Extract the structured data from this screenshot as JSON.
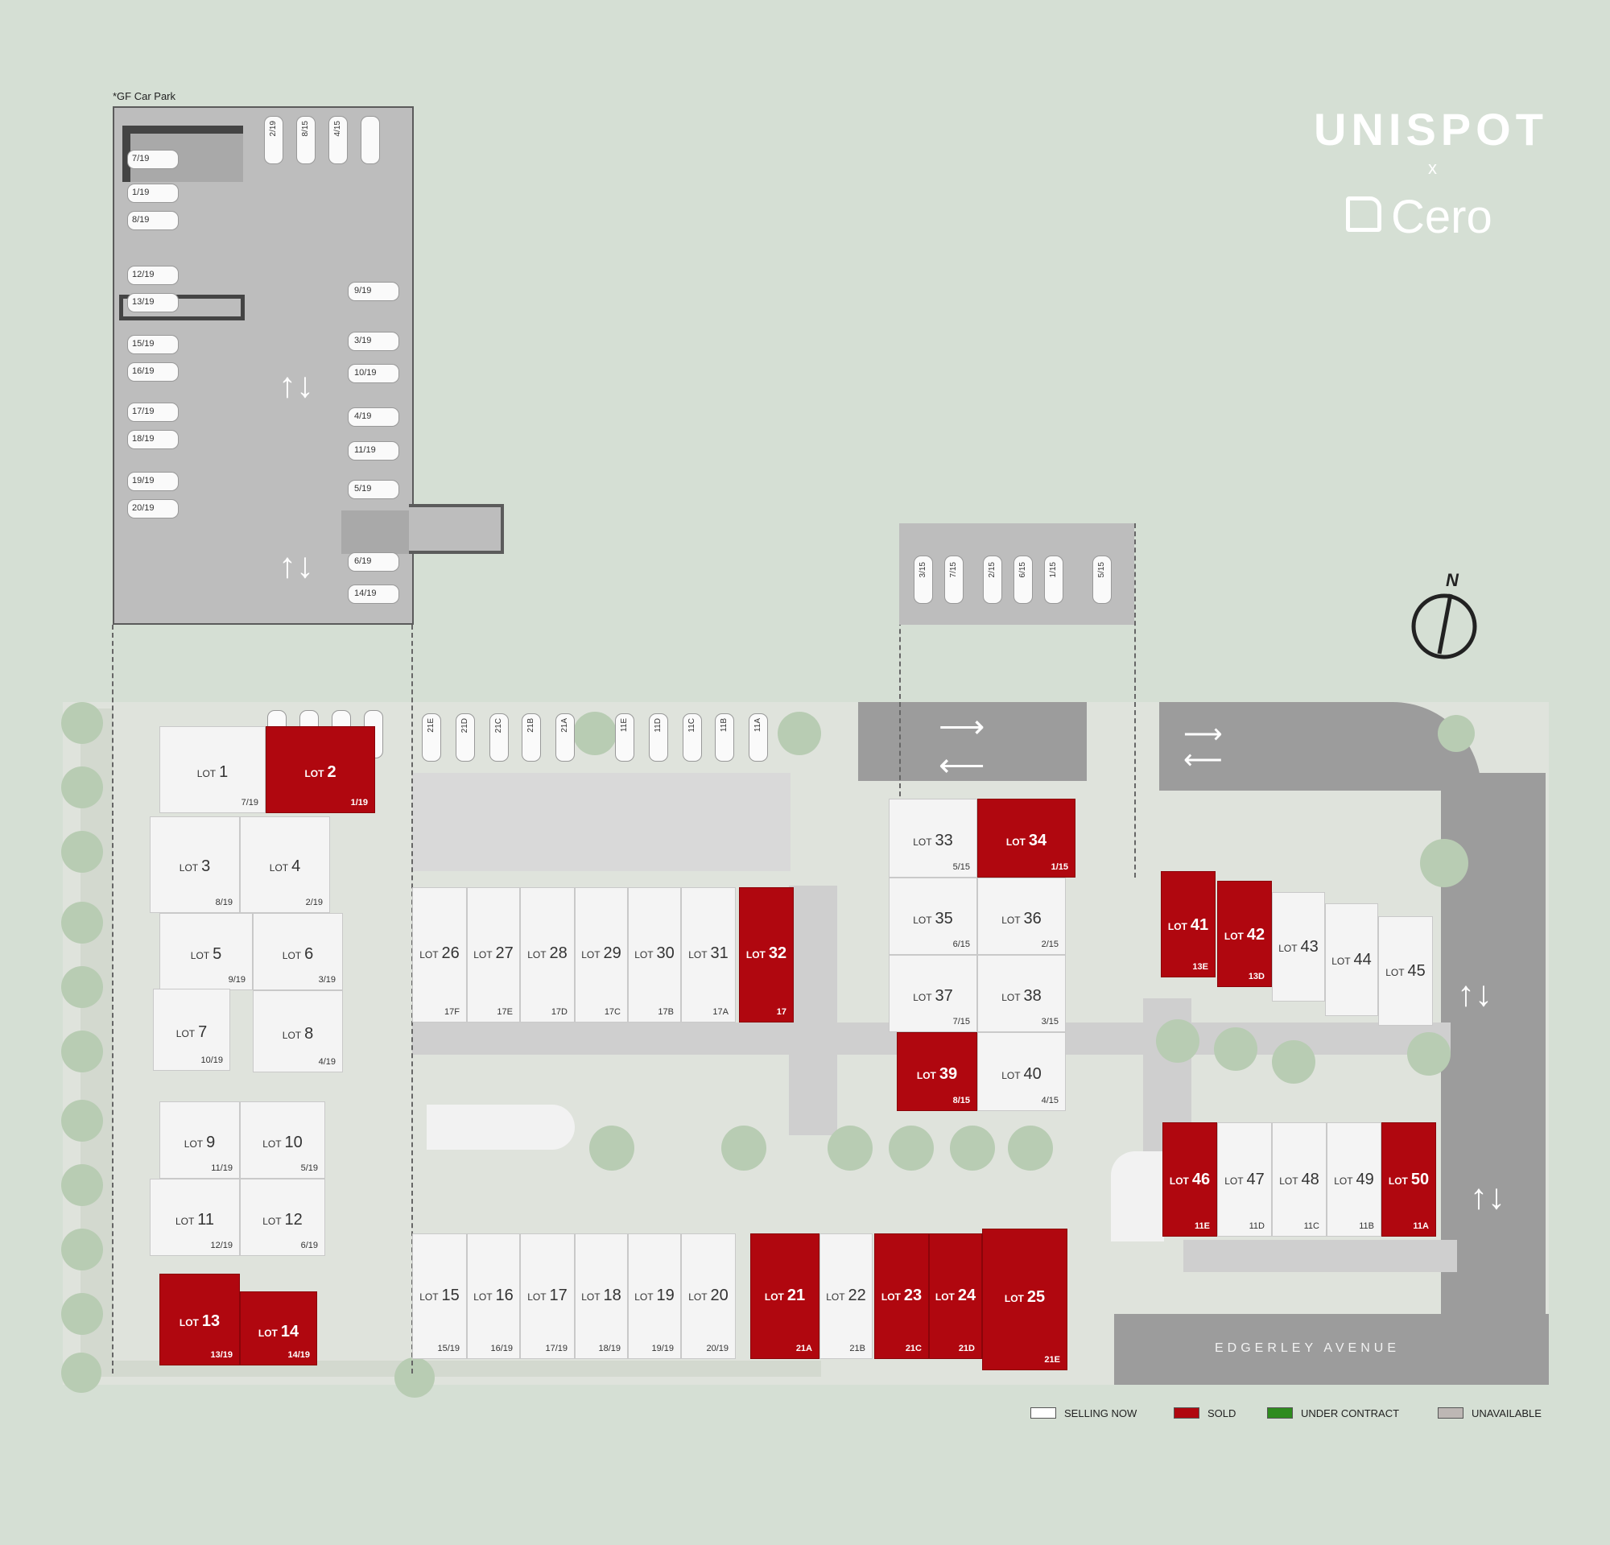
{
  "brand": {
    "name": "UNISPOT",
    "x": "x",
    "partner": "Cero"
  },
  "carpark_title": "*GF Car Park",
  "carpark_bays_left": [
    "7/19",
    "1/19",
    "8/19",
    "12/19",
    "13/19",
    "15/19",
    "16/19",
    "17/19",
    "18/19",
    "19/19",
    "20/19"
  ],
  "carpark_bays_right": [
    "9/19",
    "3/19",
    "10/19",
    "4/19",
    "11/19",
    "5/19",
    "6/19",
    "14/19"
  ],
  "carpark_bays_top": [
    "2/19",
    "8/15",
    "4/15"
  ],
  "upper_park_bays": [
    "3/15",
    "7/15",
    "2/15",
    "6/15",
    "1/15",
    "5/15"
  ],
  "top_row_bays": [
    "21E",
    "21D",
    "21C",
    "21B",
    "21A",
    "11E",
    "11D",
    "11C",
    "11B",
    "11A"
  ],
  "street_name": "EDGERLEY AVENUE",
  "north": "N",
  "legend": [
    {
      "label": "SELLING NOW",
      "color": "#ffffff"
    },
    {
      "label": "SOLD",
      "color": "#b0070f"
    },
    {
      "label": "UNDER CONTRACT",
      "color": "#2e8b1e"
    },
    {
      "label": "UNAVAILABLE",
      "color": "#bdb7b4"
    }
  ],
  "lot_word": "LOT",
  "lots": [
    {
      "n": "1",
      "code": "7/19",
      "status": "selling"
    },
    {
      "n": "2",
      "code": "1/19",
      "status": "sold"
    },
    {
      "n": "3",
      "code": "8/19",
      "status": "selling"
    },
    {
      "n": "4",
      "code": "2/19",
      "status": "selling"
    },
    {
      "n": "5",
      "code": "9/19",
      "status": "selling"
    },
    {
      "n": "6",
      "code": "3/19",
      "status": "selling"
    },
    {
      "n": "7",
      "code": "10/19",
      "status": "selling"
    },
    {
      "n": "8",
      "code": "4/19",
      "status": "selling"
    },
    {
      "n": "9",
      "code": "11/19",
      "status": "selling"
    },
    {
      "n": "10",
      "code": "5/19",
      "status": "selling"
    },
    {
      "n": "11",
      "code": "12/19",
      "status": "selling"
    },
    {
      "n": "12",
      "code": "6/19",
      "status": "selling"
    },
    {
      "n": "13",
      "code": "13/19",
      "status": "sold"
    },
    {
      "n": "14",
      "code": "14/19",
      "status": "sold"
    },
    {
      "n": "15",
      "code": "15/19",
      "status": "selling"
    },
    {
      "n": "16",
      "code": "16/19",
      "status": "selling"
    },
    {
      "n": "17",
      "code": "17/19",
      "status": "selling"
    },
    {
      "n": "18",
      "code": "18/19",
      "status": "selling"
    },
    {
      "n": "19",
      "code": "19/19",
      "status": "selling"
    },
    {
      "n": "20",
      "code": "20/19",
      "status": "selling"
    },
    {
      "n": "21",
      "code": "21A",
      "status": "sold"
    },
    {
      "n": "22",
      "code": "21B",
      "status": "selling"
    },
    {
      "n": "23",
      "code": "21C",
      "status": "sold"
    },
    {
      "n": "24",
      "code": "21D",
      "status": "sold"
    },
    {
      "n": "25",
      "code": "21E",
      "status": "sold"
    },
    {
      "n": "26",
      "code": "17F",
      "status": "selling"
    },
    {
      "n": "27",
      "code": "17E",
      "status": "selling"
    },
    {
      "n": "28",
      "code": "17D",
      "status": "selling"
    },
    {
      "n": "29",
      "code": "17C",
      "status": "selling"
    },
    {
      "n": "30",
      "code": "17B",
      "status": "selling"
    },
    {
      "n": "31",
      "code": "17A",
      "status": "selling"
    },
    {
      "n": "32",
      "code": "17",
      "status": "sold"
    },
    {
      "n": "33",
      "code": "5/15",
      "status": "selling"
    },
    {
      "n": "34",
      "code": "1/15",
      "status": "sold"
    },
    {
      "n": "35",
      "code": "6/15",
      "status": "selling"
    },
    {
      "n": "36",
      "code": "2/15",
      "status": "selling"
    },
    {
      "n": "37",
      "code": "7/15",
      "status": "selling"
    },
    {
      "n": "38",
      "code": "3/15",
      "status": "selling"
    },
    {
      "n": "39",
      "code": "8/15",
      "status": "sold"
    },
    {
      "n": "40",
      "code": "4/15",
      "status": "selling"
    },
    {
      "n": "41",
      "code": "13E",
      "status": "sold"
    },
    {
      "n": "42",
      "code": "13D",
      "status": "sold"
    },
    {
      "n": "43",
      "code": "",
      "status": "selling"
    },
    {
      "n": "44",
      "code": "",
      "status": "selling"
    },
    {
      "n": "45",
      "code": "",
      "status": "selling"
    },
    {
      "n": "46",
      "code": "11E",
      "status": "sold"
    },
    {
      "n": "47",
      "code": "11D",
      "status": "selling"
    },
    {
      "n": "48",
      "code": "11C",
      "status": "selling"
    },
    {
      "n": "49",
      "code": "11B",
      "status": "selling"
    },
    {
      "n": "50",
      "code": "11A",
      "status": "sold"
    }
  ]
}
